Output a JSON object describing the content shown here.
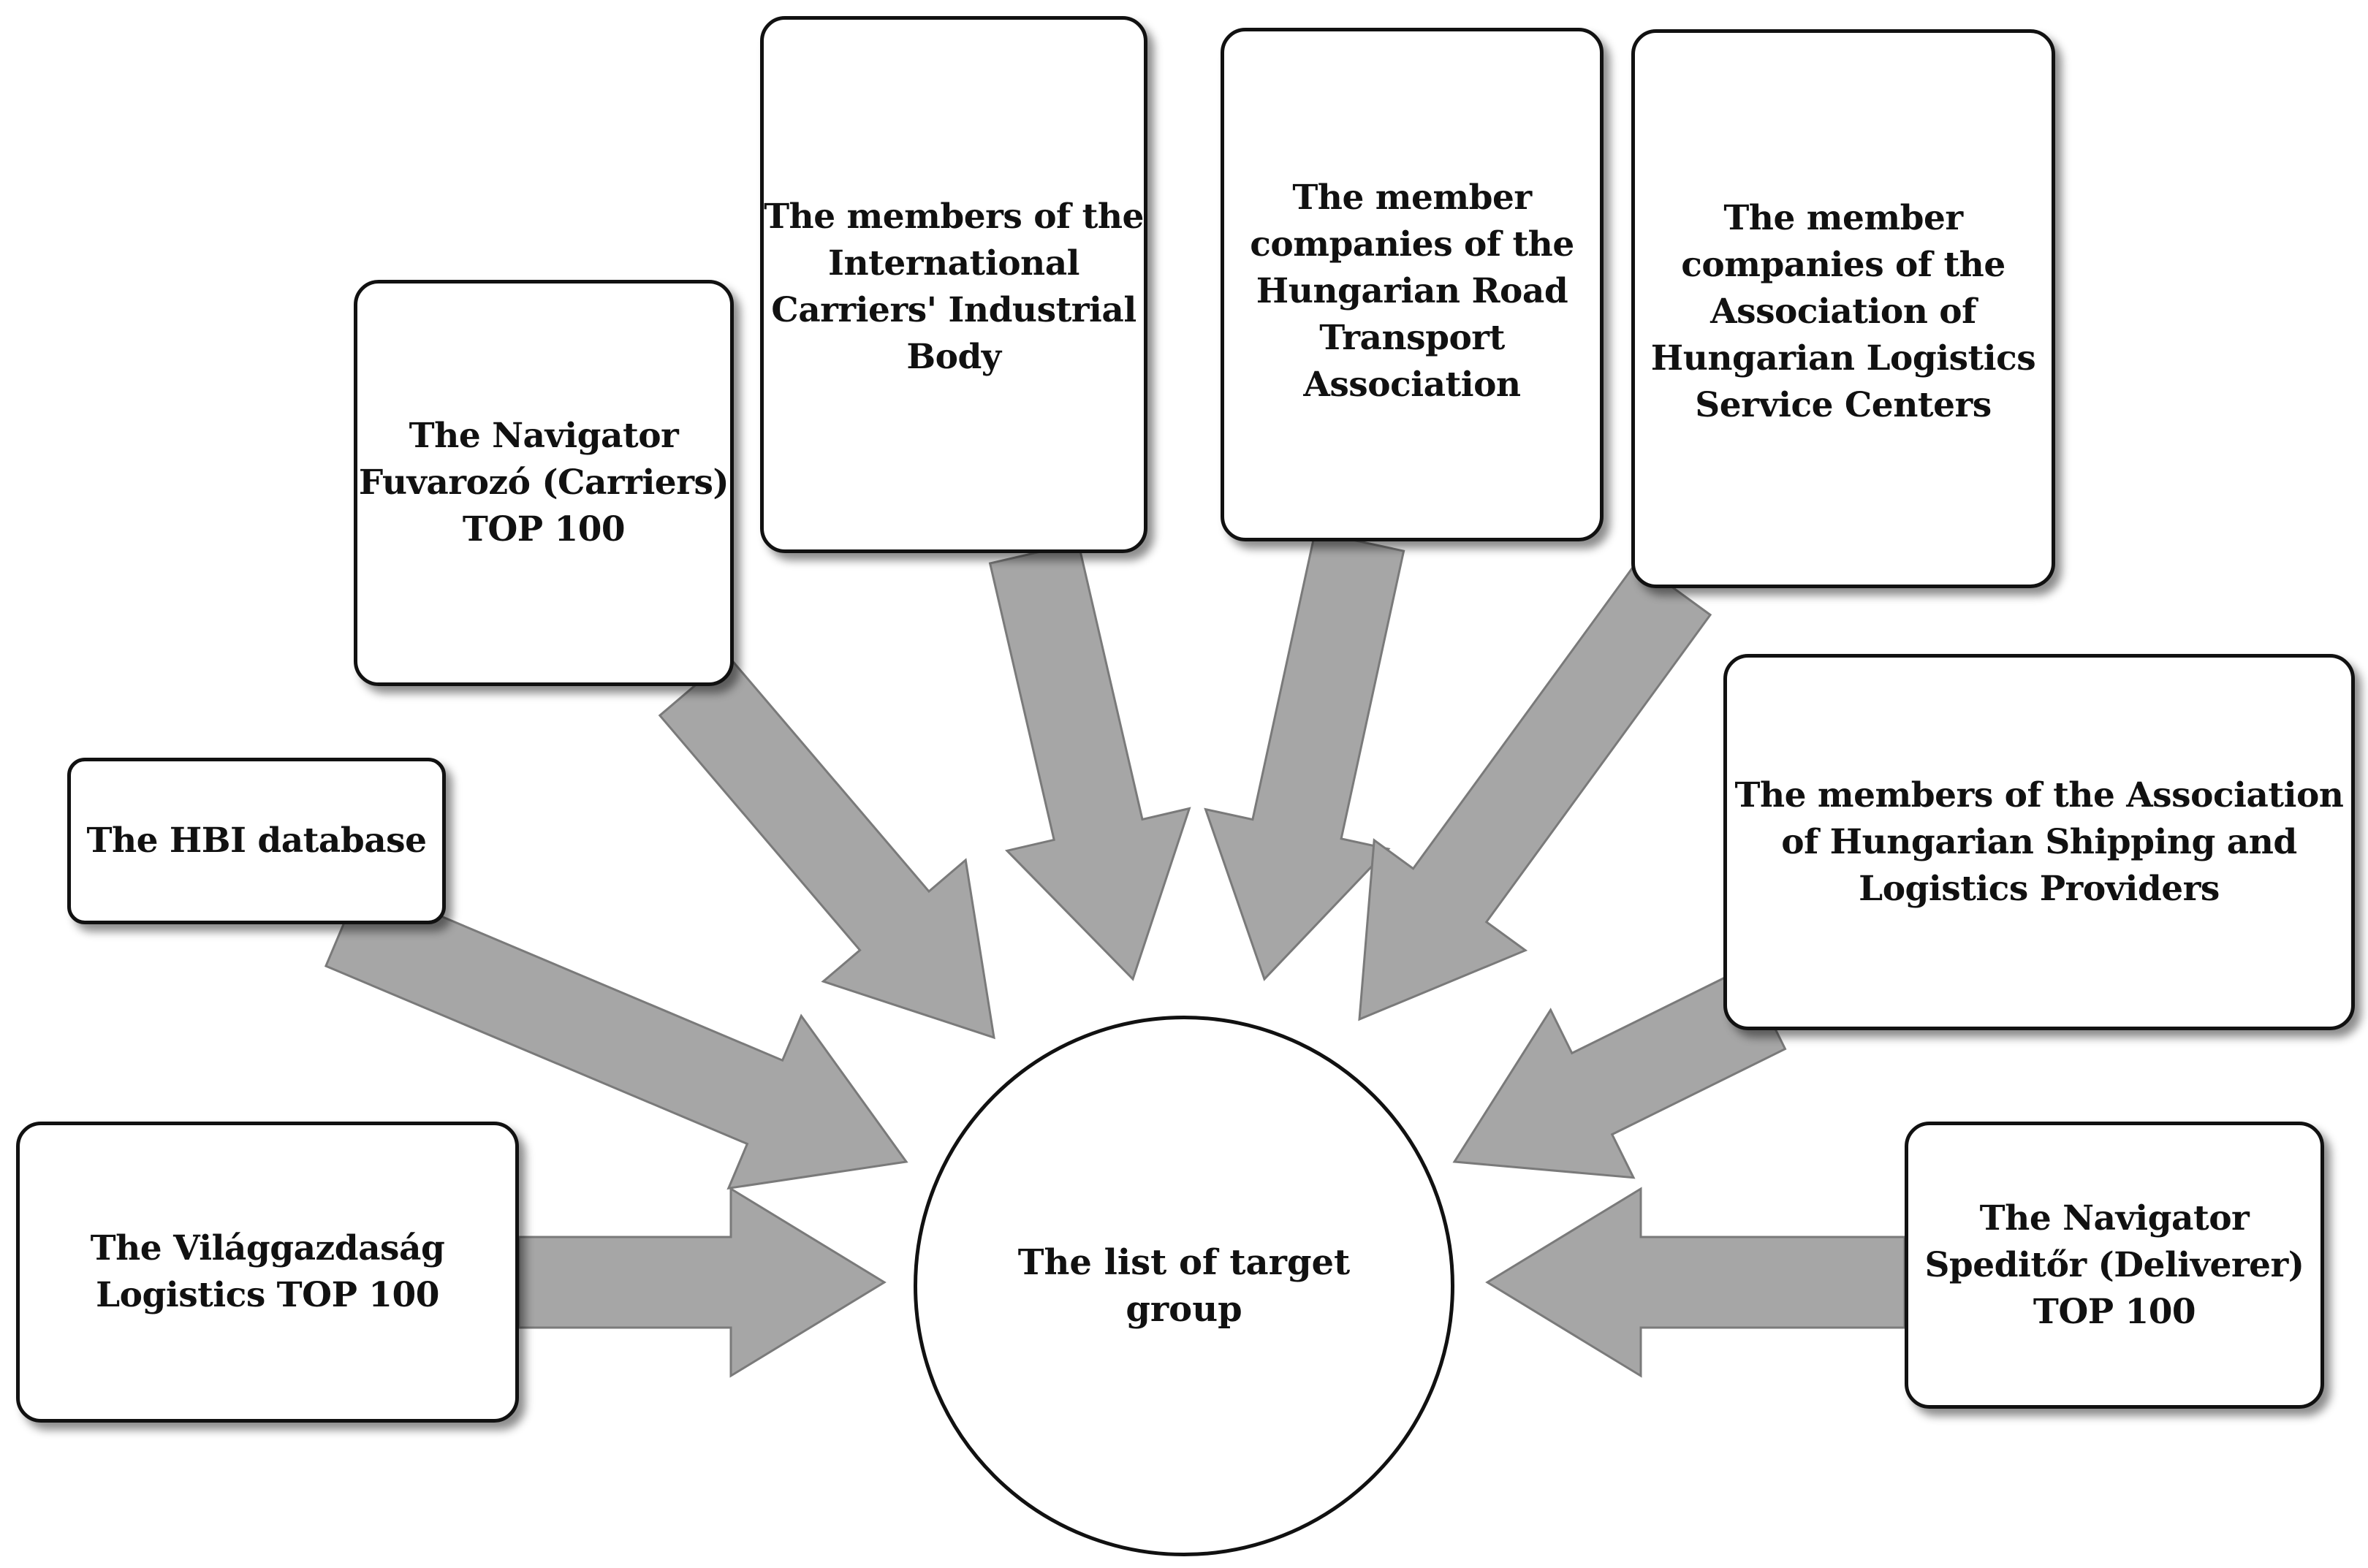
{
  "diagram": {
    "center": {
      "label": "The list of target\ngroup"
    },
    "sources": [
      {
        "id": "vilaggazdasag",
        "label": "The Világgazdaság\nLogistics TOP 100"
      },
      {
        "id": "hbi",
        "label": "The HBI database"
      },
      {
        "id": "navigator-carriers",
        "label": "The Navigator\nFuvarozó (Carriers)\nTOP 100"
      },
      {
        "id": "international-carriers",
        "label": "The members of the\nInternational\nCarriers' Industrial\nBody"
      },
      {
        "id": "hungarian-road",
        "label": "The member\ncompanies of the\nHungarian Road\nTransport\nAssociation"
      },
      {
        "id": "logistics-service-centers",
        "label": "The member\ncompanies of the\nAssociation of\nHungarian Logistics\nService Centers"
      },
      {
        "id": "shipping-logistics",
        "label": "The members of the Association\nof Hungarian Shipping and\nLogistics Providers"
      },
      {
        "id": "navigator-deliverer",
        "label": "The Navigator\nSpeditőr (Deliverer)\nTOP 100"
      }
    ],
    "arrow_color": "#a6a6a6",
    "border_color": "#111111"
  }
}
